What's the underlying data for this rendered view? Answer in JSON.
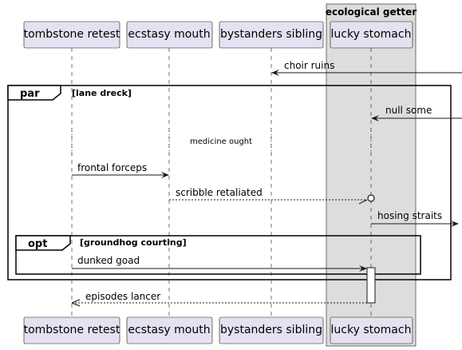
{
  "box_group": {
    "title": "ecological getter"
  },
  "participants": [
    {
      "id": "p1",
      "label": "tombstone retest"
    },
    {
      "id": "p2",
      "label": "ecstasy mouth"
    },
    {
      "id": "p3",
      "label": "bystanders sibling"
    },
    {
      "id": "p4",
      "label": "lucky stomach"
    }
  ],
  "messages": {
    "choir_ruins": "choir ruins",
    "null_some": "null some",
    "divider": "medicine ought",
    "frontal_forceps": "frontal forceps",
    "scribble_retaliated": "scribble retaliated",
    "hosing_straits": "hosing straits",
    "dunked_goad": "dunked goad",
    "episodes_lancer": "episodes lancer"
  },
  "fragments": {
    "par": {
      "keyword": "par",
      "guard": "[lane dreck]"
    },
    "opt": {
      "keyword": "opt",
      "guard": "[groundhog courting]"
    }
  }
}
